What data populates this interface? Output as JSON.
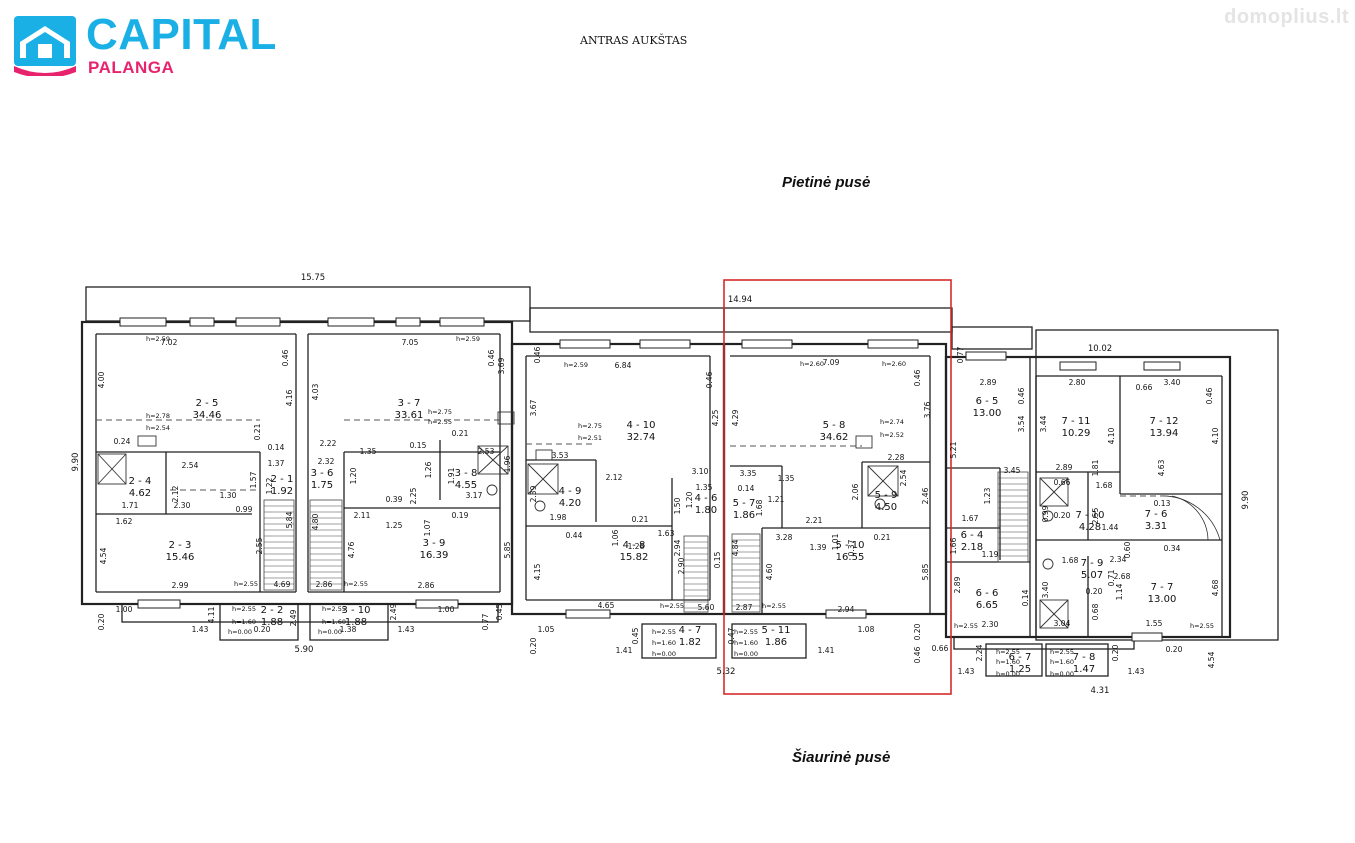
{
  "brand": {
    "name": "CAPITAL",
    "city": "PALANGA",
    "color": "#1ab0e6",
    "accent": "#e8236e"
  },
  "watermark": "domoplius.lt",
  "floor_title": "ANTRAS AUKŠTAS",
  "south_label": "Pietinė pusė",
  "north_label": "Šiaurinė pusė",
  "highlight_color": "#d62b2b",
  "overall_dims": [
    "15.75",
    "14.94",
    "10.02",
    "5.90",
    "5.32",
    "4.31",
    "9.90",
    "9.90"
  ],
  "rooms": [
    {
      "id": "2 - 5",
      "area": "34.46"
    },
    {
      "id": "2 - 4",
      "area": "4.62"
    },
    {
      "id": "2 - 1",
      "area": "1.92"
    },
    {
      "id": "2 - 3",
      "area": "15.46"
    },
    {
      "id": "2 - 2",
      "area": "1.88"
    },
    {
      "id": "3 - 7",
      "area": "33.61"
    },
    {
      "id": "3 - 6",
      "area": "1.75"
    },
    {
      "id": "3 - 8",
      "area": "4.55"
    },
    {
      "id": "3 - 9",
      "area": "16.39"
    },
    {
      "id": "3 - 10",
      "area": "1.88"
    },
    {
      "id": "4 - 10",
      "area": "32.74"
    },
    {
      "id": "4 - 9",
      "area": "4.20"
    },
    {
      "id": "4 - 6",
      "area": "1.80"
    },
    {
      "id": "4 - 8",
      "area": "15.82"
    },
    {
      "id": "4 - 7",
      "area": "1.82"
    },
    {
      "id": "5 - 8",
      "area": "34.62"
    },
    {
      "id": "5 - 7",
      "area": "1.86"
    },
    {
      "id": "5 - 9",
      "area": "4.50"
    },
    {
      "id": "5 - 10",
      "area": "16.55"
    },
    {
      "id": "5 - 11",
      "area": "1.86"
    },
    {
      "id": "6 - 5",
      "area": "13.00"
    },
    {
      "id": "6 - 4",
      "area": "2.18"
    },
    {
      "id": "6 - 6",
      "area": "6.65"
    },
    {
      "id": "6 - 7",
      "area": "1.25"
    },
    {
      "id": "7 - 11",
      "area": "10.29"
    },
    {
      "id": "7 - 12",
      "area": "13.94"
    },
    {
      "id": "7 - 10",
      "area": "4.28"
    },
    {
      "id": "7 - 6",
      "area": "3.31"
    },
    {
      "id": "7 - 9",
      "area": "5.07"
    },
    {
      "id": "7 - 7",
      "area": "13.00"
    },
    {
      "id": "7 - 8",
      "area": "1.47"
    }
  ],
  "dims": [
    "7.02",
    "7.05",
    "6.84",
    "7.09",
    "2.89",
    "2.80",
    "3.40",
    "4.00",
    "4.16",
    "4.03",
    "3.69",
    "3.67",
    "4.25",
    "4.29",
    "3.76",
    "5.21",
    "3.54",
    "3.44",
    "4.10",
    "4.10",
    "0.46",
    "0.46",
    "0.46",
    "0.46",
    "0.46",
    "0.46",
    "0.46",
    "0.46",
    "0.77",
    "0.66",
    "0.24",
    "2.54",
    "0.21",
    "0.14",
    "1.37",
    "1.22",
    "1.57",
    "1.71",
    "2.30",
    "0.99",
    "1.30",
    "2.12",
    "2.22",
    "1.35",
    "0.15",
    "0.21",
    "2.53",
    "2.32",
    "1.20",
    "1.91",
    "1.96",
    "1.26",
    "2.25",
    "0.39",
    "3.17",
    "2.11",
    "1.25",
    "1.07",
    "0.19",
    "3.53",
    "2.39",
    "1.98",
    "2.12",
    "0.21",
    "3.10",
    "1.35",
    "1.20",
    "1.50",
    "1.63",
    "1.28",
    "1.06",
    "0.44",
    "3.35",
    "1.35",
    "0.14",
    "1.21",
    "1.68",
    "2.54",
    "2.28",
    "2.46",
    "2.06",
    "2.21",
    "3.28",
    "1.39",
    "1.01",
    "0.37",
    "0.21",
    "3.45",
    "1.23",
    "1.67",
    "1.66",
    "1.19",
    "2.89",
    "0.14",
    "2.30",
    "2.89",
    "1.81",
    "0.66",
    "1.68",
    "0.99",
    "2.55",
    "1.44",
    "0.13",
    "4.63",
    "0.20",
    "1.68",
    "2.34",
    "0.60",
    "0.34",
    "3.40",
    "2.68",
    "0.71",
    "1.14",
    "0.20",
    "0.68",
    "1.55",
    "4.68",
    "3.04",
    "1.62",
    "4.54",
    "2.55",
    "2.99",
    "5.84",
    "4.69",
    "1.00",
    "4.80",
    "4.76",
    "2.86",
    "5.85",
    "2.86",
    "1.00",
    "4.15",
    "2.90",
    "2.94",
    "0.15",
    "4.65",
    "5.60",
    "1.05",
    "4.84",
    "4.60",
    "2.94",
    "5.85",
    "2.87",
    "1.08",
    "4.11",
    "1.43",
    "0.20",
    "2.49",
    "1.38",
    "2.49",
    "1.43",
    "0.20",
    "0.45",
    "0.77",
    "0.45",
    "1.41",
    "0.20",
    "0.47",
    "1.41",
    "0.20",
    "0.66",
    "2.24",
    "1.43",
    "0.20",
    "1.43",
    "0.20",
    "4.54",
    "0.46"
  ],
  "heights": [
    "h=2.59",
    "h=2.78",
    "h=2.54",
    "h=2.55",
    "h=2.59",
    "h=2.75",
    "h=2.55",
    "h=2.55",
    "h=2.59",
    "h=2.75",
    "h=2.51",
    "h=2.55",
    "h=2.60",
    "h=2.60",
    "h=2.74",
    "h=2.52",
    "h=2.55",
    "h=2.55",
    "h=2.55",
    "h=2.55",
    "h=1.60",
    "h=0.00",
    "h=2.55",
    "h=1.60",
    "h=0.00",
    "h=2.55",
    "h=1.60",
    "h=0.00",
    "h=2.55",
    "h=1.60",
    "h=0.00",
    "h=2.55",
    "h=1.60",
    "h=0.00",
    "h=2.55",
    "h=1.60",
    "h=0.00"
  ]
}
